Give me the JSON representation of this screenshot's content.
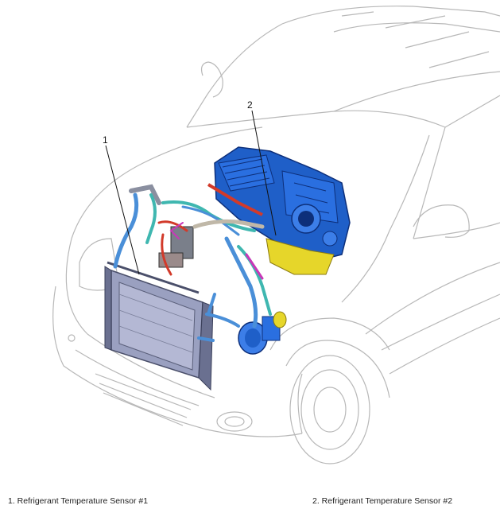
{
  "callouts": [
    {
      "number": "1",
      "label": "1. Refrigerant Temperature Sensor #1"
    },
    {
      "number": "2",
      "label": "2. Refrigerant Temperature Sensor #2"
    }
  ],
  "colors": {
    "car_outline": "#b8b8b8",
    "hvac_blue": "#1f5fc8",
    "hvac_dark": "#0d2f7a",
    "condenser": "#8a8fb0",
    "pipes_blue": "#4a8fd8",
    "pipes_teal": "#3fb7b0",
    "yellow": "#e6d62a",
    "red": "#d23a2a",
    "magenta": "#c838b8"
  }
}
